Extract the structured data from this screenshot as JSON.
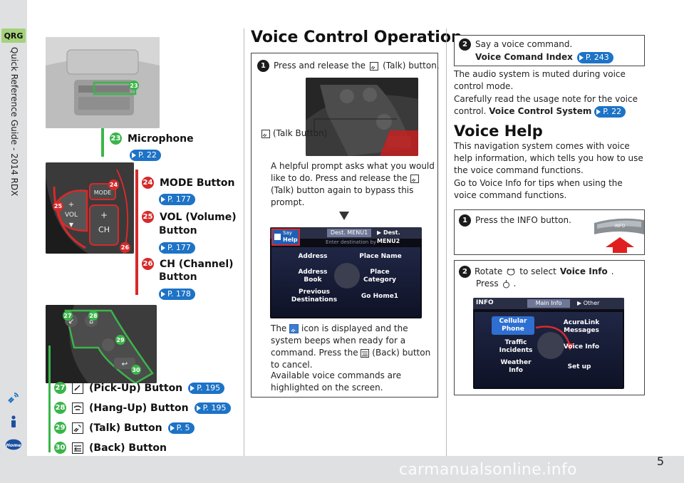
{
  "sidebar": {
    "qrg": "QRG",
    "guide_title": "Quick Reference Guide - 2014 RDX",
    "icons": [
      "talk-icon",
      "info-icon",
      "home-icon"
    ]
  },
  "page_number": "5",
  "watermark": "carmanualsonline.info",
  "left": {
    "microphone": {
      "num": "23",
      "label": "Microphone",
      "ref": "P. 22"
    },
    "mode": {
      "num": "24",
      "label": "MODE Button",
      "ref": "P. 177"
    },
    "vol": {
      "num": "25",
      "label_1": "VOL (Volume)",
      "label_2": "Button",
      "ref": "P. 177"
    },
    "ch": {
      "num": "26",
      "label_1": "CH (Channel)",
      "label_2": "Button",
      "ref": "P. 178"
    },
    "pickup": {
      "num": "27",
      "label": "(Pick-Up) Button",
      "ref": "P. 195"
    },
    "hangup": {
      "num": "28",
      "label": "(Hang-Up) Button",
      "ref": "P. 195"
    },
    "talk": {
      "num": "29",
      "label": "(Talk) Button",
      "ref": "P. 5"
    },
    "back": {
      "num": "30",
      "label": "(Back) Button"
    },
    "photo_labels": {
      "mode": "MODE",
      "vol": "VOL",
      "ch": "CH"
    }
  },
  "middle": {
    "title": "Voice Control Operation",
    "step1_badge": "1",
    "step1_a": "Press and release the",
    "step1_b": "(Talk) button.",
    "talk_callout": "(Talk Button)",
    "para1_a": "A helpful prompt asks what you would like to do. Press and release the",
    "para1_b": "(Talk) button again to bypass this prompt.",
    "screen": {
      "help_top": "Say",
      "help": "Help",
      "tab1": "Dest. MENU1",
      "tab2": "Dest. MENU2",
      "hint": "Enter destination by",
      "address": "Address",
      "place_name": "Place Name",
      "address_book_1": "Address",
      "address_book_2": "Book",
      "place_cat_1": "Place",
      "place_cat_2": "Category",
      "prev_1": "Previous",
      "prev_2": "Destinations",
      "go_home": "Go Home1"
    },
    "para2_a": "The",
    "para2_b": "icon is displayed and the system beeps when ready for a command. Press the",
    "para2_c": "(Back) button to cancel.",
    "para3": "Available voice commands are highlighted on the screen."
  },
  "right": {
    "step2_badge": "2",
    "step2_a": "Say a voice command.",
    "step2_b": "Voice Comand Index",
    "step2_ref": "P. 243",
    "para1": "The audio system is muted during voice control mode.",
    "para2_a": "Carefully read the usage note for the voice control.",
    "para2_b": "Voice Control System",
    "para2_ref": "P. 22",
    "help_title": "Voice Help",
    "para3": "This navigation system comes with voice help information, which tells you how to use the voice command functions.",
    "para4": "Go to Voice Info for tips when using the voice command functions.",
    "box1_badge": "1",
    "box1_text": "Press the INFO button.",
    "info_btn_label": "INFO",
    "box2_badge": "2",
    "box2_a": "Rotate",
    "box2_b": "to select",
    "box2_c": "Voice Info",
    "box2_d": ".",
    "box2_e": "Press",
    "box2_f": ".",
    "info_screen": {
      "title": "INFO",
      "tab1": "Main Info",
      "tab2": "Other",
      "cellular_1": "Cellular",
      "cellular_2": "Phone",
      "acuralink_1": "AcuraLink",
      "acuralink_2": "Messages",
      "traffic_1": "Traffic",
      "traffic_2": "Incidents",
      "voice_info": "Voice Info",
      "weather_1": "Weather",
      "weather_2": "Info",
      "setup": "Set up"
    }
  },
  "colors": {
    "green": "#3bb54a",
    "red": "#d62a2a",
    "ref_blue": "#1d73c6",
    "nav_blue": "#1f5fb5"
  }
}
